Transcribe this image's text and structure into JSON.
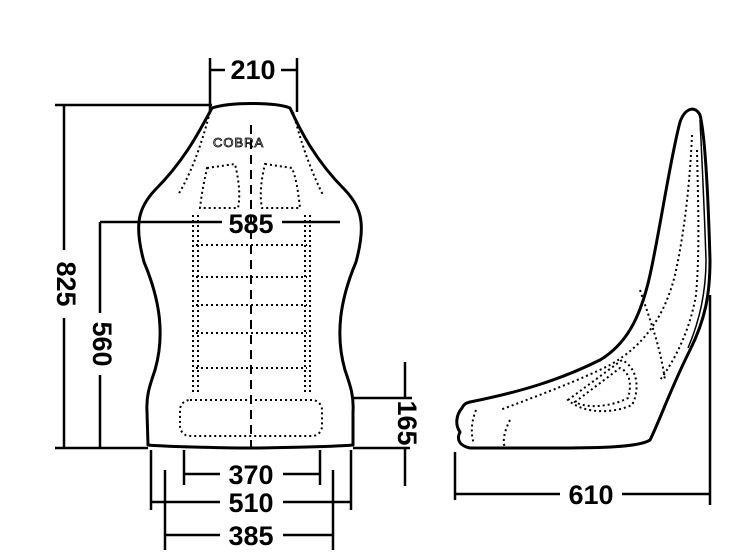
{
  "brand_label": "COBRA",
  "dimensions": {
    "top_width": "210",
    "shoulder_width": "585",
    "total_height": "825",
    "back_height": "560",
    "base_inner_width": "370",
    "base_width": "510",
    "base_bottom_width": "385",
    "cushion_height": "165",
    "side_depth": "610"
  },
  "colors": {
    "line": "#000000",
    "background": "#ffffff"
  }
}
